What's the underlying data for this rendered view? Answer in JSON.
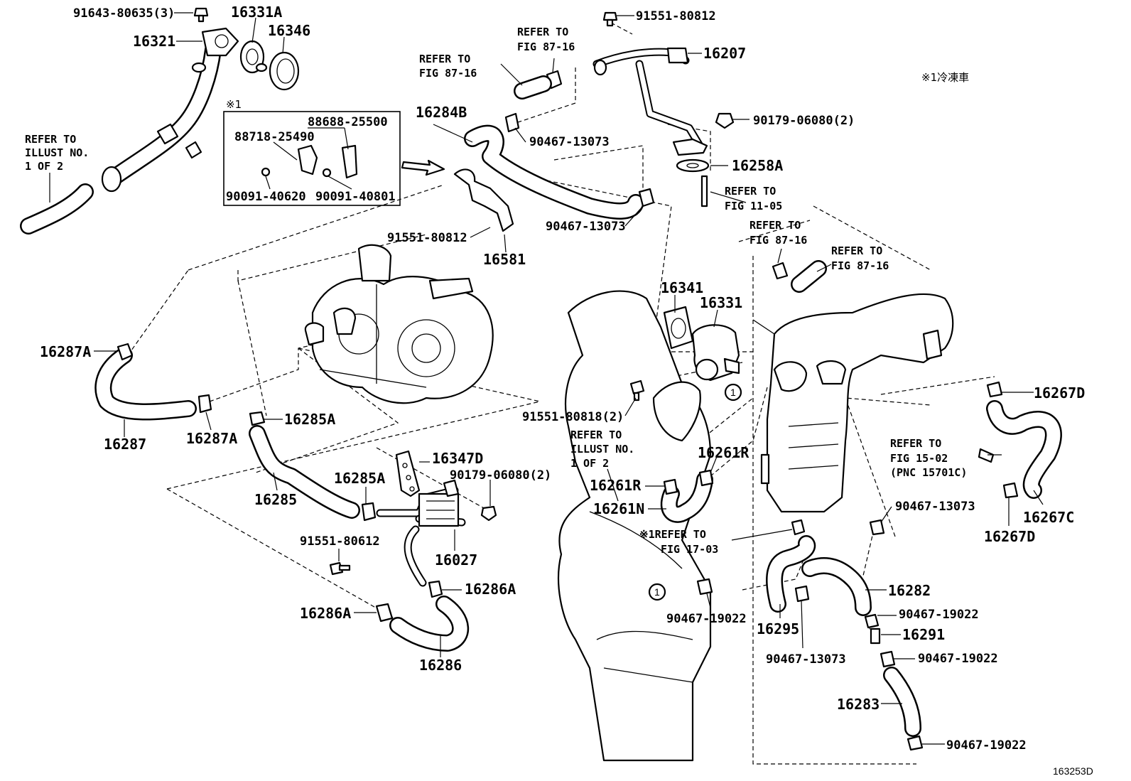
{
  "diagram": {
    "code": "163253D",
    "note": "※1冷凍車",
    "box_marker": "※1",
    "circle_ref": "1",
    "refs": {
      "illust_1_of_2_left": [
        "REFER TO",
        "ILLUST NO.",
        "1 OF 2"
      ],
      "illust_1_of_2_mid": [
        "REFER TO",
        "ILLUST NO.",
        "1 OF 2"
      ],
      "fig_87_16_a": [
        "REFER TO",
        "FIG 87-16"
      ],
      "fig_87_16_b": [
        "REFER TO",
        "FIG 87-16"
      ],
      "fig_87_16_c": [
        "REFER TO",
        "FIG 87-16"
      ],
      "fig_87_16_d": [
        "REFER TO",
        "FIG 87-16"
      ],
      "fig_11_05": [
        "REFER TO",
        "FIG 11-05"
      ],
      "fig_15_02": [
        "REFER TO",
        "FIG 15-02",
        "(PNC 15701C)"
      ],
      "fig_17_03": [
        "※1REFER TO",
        "FIG 17-03"
      ]
    },
    "parts": {
      "p91643_80635": "91643-80635(3)",
      "p16331A": "16331A",
      "p16346": "16346",
      "p16321": "16321",
      "p88688_25500": "88688-25500",
      "p88718_25490": "88718-25490",
      "p90091_40620": "90091-40620",
      "p90091_40801": "90091-40801",
      "p16284B": "16284B",
      "p90467_13073_a": "90467-13073",
      "p90467_13073_b": "90467-13073",
      "p90467_13073_c": "90467-13073",
      "p90467_13073_d": "90467-13073",
      "p91551_80812_top": "91551-80812",
      "p16207": "16207",
      "p90179_06080_top": "90179-06080(2)",
      "p16258A": "16258A",
      "p91551_80812_mid": "91551-80812",
      "p16581": "16581",
      "p16341": "16341",
      "p16331": "16331",
      "p16287A_a": "16287A",
      "p16287A_b": "16287A",
      "p16287": "16287",
      "p16285A_a": "16285A",
      "p16285A_b": "16285A",
      "p16285": "16285",
      "p91551_80818": "91551-80818(2)",
      "p16347D": "16347D",
      "p90179_06080_mid": "90179-06080(2)",
      "p16027": "16027",
      "p91551_80612": "91551-80612",
      "p16286A_a": "16286A",
      "p16286A_b": "16286A",
      "p16286": "16286",
      "p16261R_a": "16261R",
      "p16261R_b": "16261R",
      "p16261N": "16261N",
      "p16267D_a": "16267D",
      "p16267D_b": "16267D",
      "p16267C": "16267C",
      "p90467_19022_a": "90467-19022",
      "p90467_19022_b": "90467-19022",
      "p90467_19022_c": "90467-19022",
      "p90467_19022_d": "90467-19022",
      "p16282": "16282",
      "p16295": "16295",
      "p16291": "16291",
      "p16283": "16283"
    }
  }
}
